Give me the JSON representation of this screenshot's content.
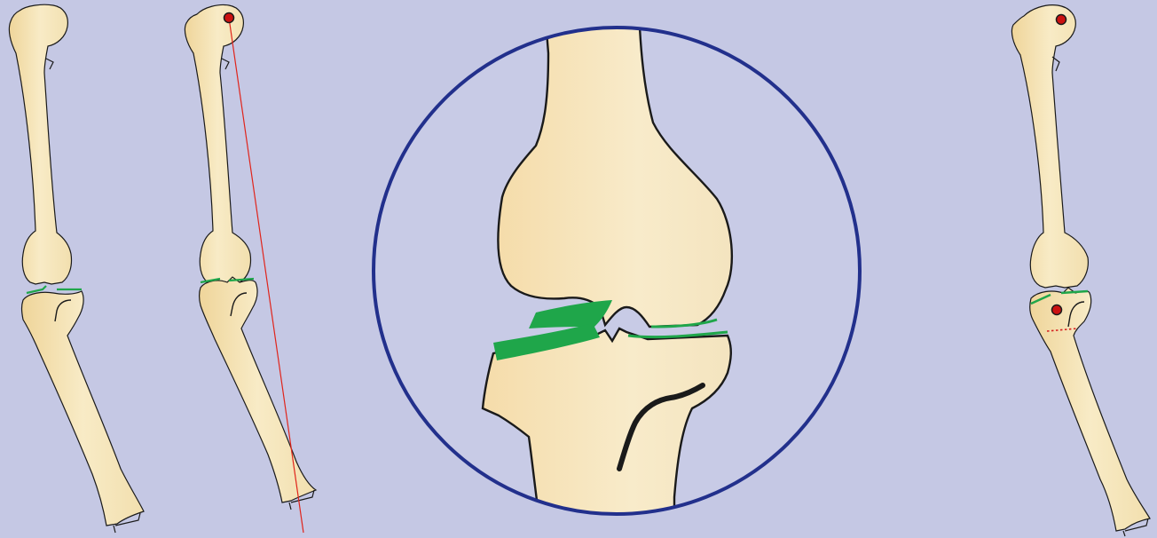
{
  "figure": {
    "panels": [
      {
        "id": "leg-1",
        "description_name": "normal-leg-alignment"
      },
      {
        "id": "leg-2",
        "description_name": "leg-with-mechanical-axis"
      },
      {
        "id": "knee-zoom",
        "description_name": "knee-joint-close-up"
      },
      {
        "id": "leg-3",
        "description_name": "leg-after-correction"
      }
    ],
    "colors": {
      "background": "#c5c8e4",
      "bone_fill": "#f7e6b8",
      "bone_fill_dark": "#efd59a",
      "bone_outline": "#1a1a1a",
      "cartilage": "#1fa64a",
      "axis_line": "#e0241b",
      "marker": "#cc1111",
      "zoom_circle": "#22308c",
      "osteotomy_line": "#d62020"
    }
  }
}
